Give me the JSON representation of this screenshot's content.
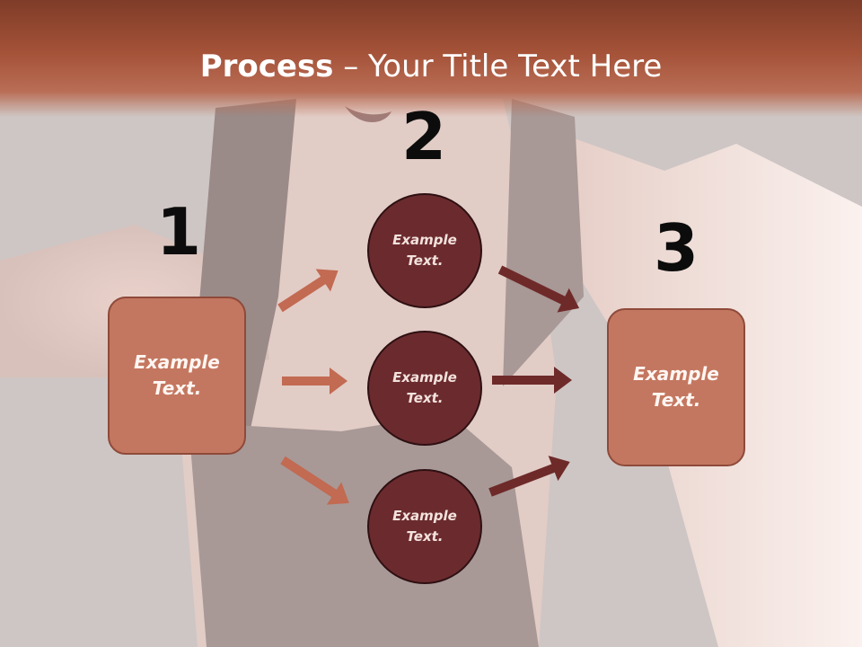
{
  "title": {
    "bold": "Process",
    "rest": " – Your Title Text Here"
  },
  "numbers": {
    "n1": "1",
    "n2": "2",
    "n3": "3"
  },
  "left_box": {
    "text": "Example Text."
  },
  "right_box": {
    "text": "Example Text."
  },
  "circles": [
    {
      "text": "Example Text."
    },
    {
      "text": "Example Text."
    },
    {
      "text": "Example Text."
    }
  ],
  "colors": {
    "header": "#a45238",
    "box_fill": "#c47760",
    "circle_fill": "#6b2b2e",
    "arrow_light": "#c26a52",
    "arrow_dark": "#6e2a29"
  }
}
